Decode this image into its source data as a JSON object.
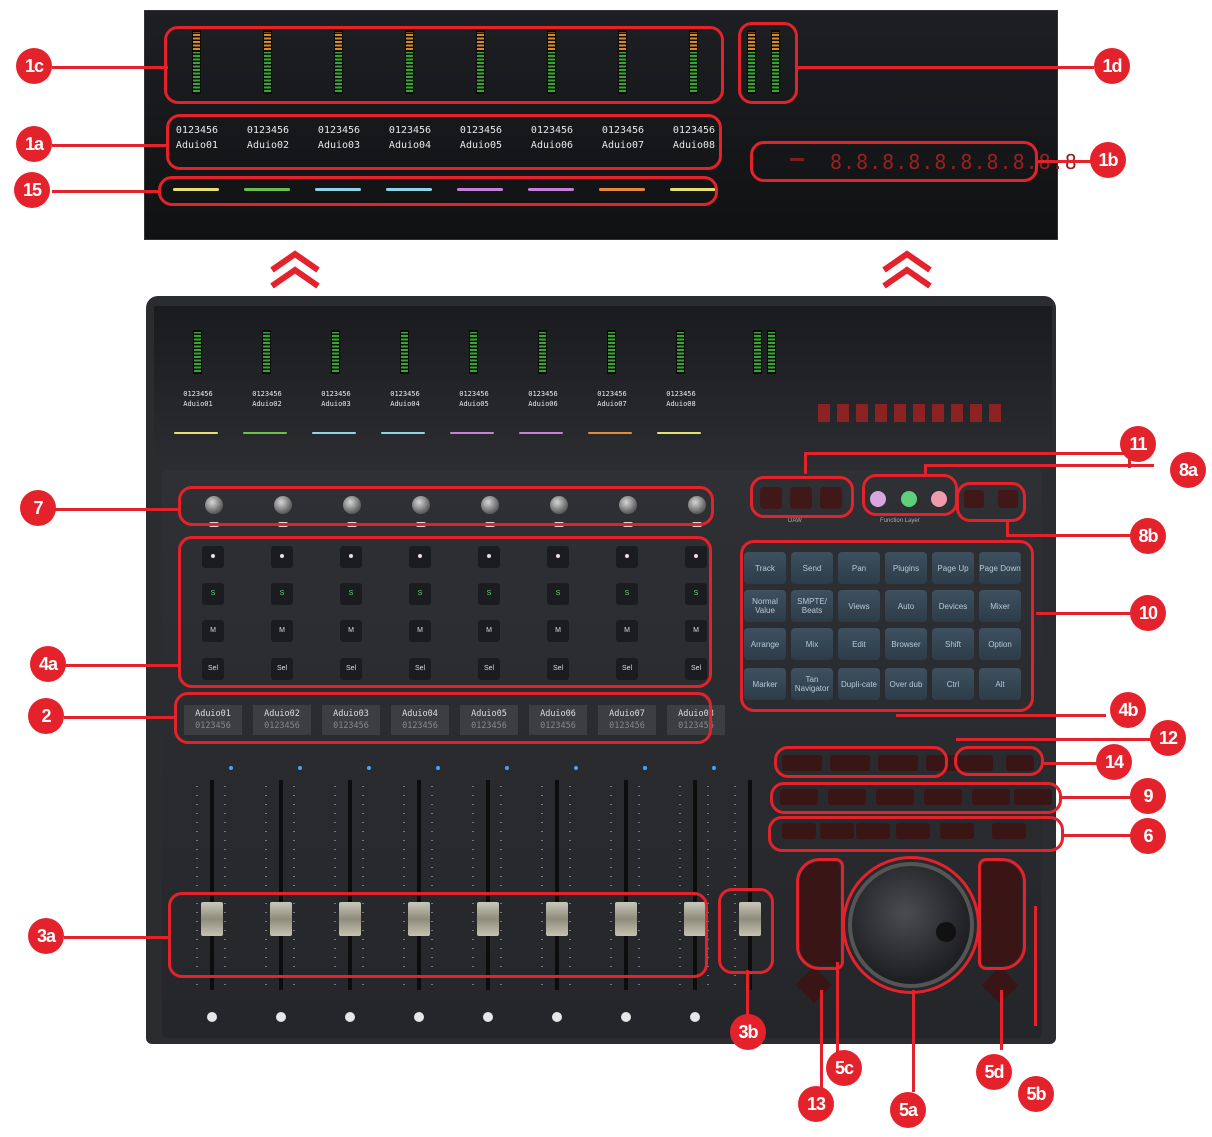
{
  "channels": [
    {
      "top": "0123456",
      "name": "Aduio01",
      "color": "#e6e071",
      "scribble_top": "Aduio01",
      "scribble_bottom": "0123456"
    },
    {
      "top": "0123456",
      "name": "Aduio02",
      "color": "#6cc04a",
      "scribble_top": "Aduio02",
      "scribble_bottom": "0123456"
    },
    {
      "top": "0123456",
      "name": "Aduio03",
      "color": "#8fd3e6",
      "scribble_top": "Aduio03",
      "scribble_bottom": "0123456"
    },
    {
      "top": "0123456",
      "name": "Aduio04",
      "color": "#8fd3e6",
      "scribble_top": "Aduio04",
      "scribble_bottom": "0123456"
    },
    {
      "top": "0123456",
      "name": "Aduio05",
      "color": "#c77fd8",
      "scribble_top": "Aduio05",
      "scribble_bottom": "0123456"
    },
    {
      "top": "0123456",
      "name": "Aduio06",
      "color": "#c77fd8",
      "scribble_top": "Aduio06",
      "scribble_bottom": "0123456"
    },
    {
      "top": "0123456",
      "name": "Aduio07",
      "color": "#e58a3c",
      "scribble_top": "Aduio07",
      "scribble_bottom": "0123456"
    },
    {
      "top": "0123456",
      "name": "Aduio08",
      "color": "#e6e071",
      "scribble_top": "Aduio08",
      "scribble_bottom": "0123456"
    }
  ],
  "timecode": "8.8.8.8.8.8.8.8.8.8",
  "strip_buttons": {
    "rec": "●",
    "solo": "S",
    "mute": "M",
    "select": "Sel"
  },
  "function_keys": [
    [
      "Track",
      "Send",
      "Pan",
      "Plugins",
      "Page Up",
      "Page Down"
    ],
    [
      "Normal Value",
      "SMPTE/ Beats",
      "Views",
      "Auto",
      "Devices",
      "Mixer"
    ],
    [
      "Arrange",
      "Mix",
      "Edit",
      "Browser",
      "Shift",
      "Option"
    ],
    [
      "Marker",
      "Tan Navigator",
      "Dupli-cate",
      "Over dub",
      "Ctrl",
      "Alt"
    ]
  ],
  "group_labels": {
    "daw": "DAW",
    "function_layer": "Function Layer"
  },
  "callouts": {
    "c1c": "1c",
    "c1d": "1d",
    "c1a": "1a",
    "c1b": "1b",
    "c15": "15",
    "c11": "11",
    "c8a": "8a",
    "c7": "7",
    "c8b": "8b",
    "c10": "10",
    "c4a": "4a",
    "c2": "2",
    "c4b": "4b",
    "c12": "12",
    "c14": "14",
    "c9": "9",
    "c6": "6",
    "c3a": "3a",
    "c3b": "3b",
    "c5c": "5c",
    "c5d": "5d",
    "c13": "13",
    "c5a": "5a",
    "c5b": "5b"
  },
  "colors": {
    "callout": "#e4222b",
    "device_body": "#2a2c30",
    "meter_green": "#3ea336",
    "meter_orange": "#d98a2b",
    "function_key": "#3d5160"
  }
}
